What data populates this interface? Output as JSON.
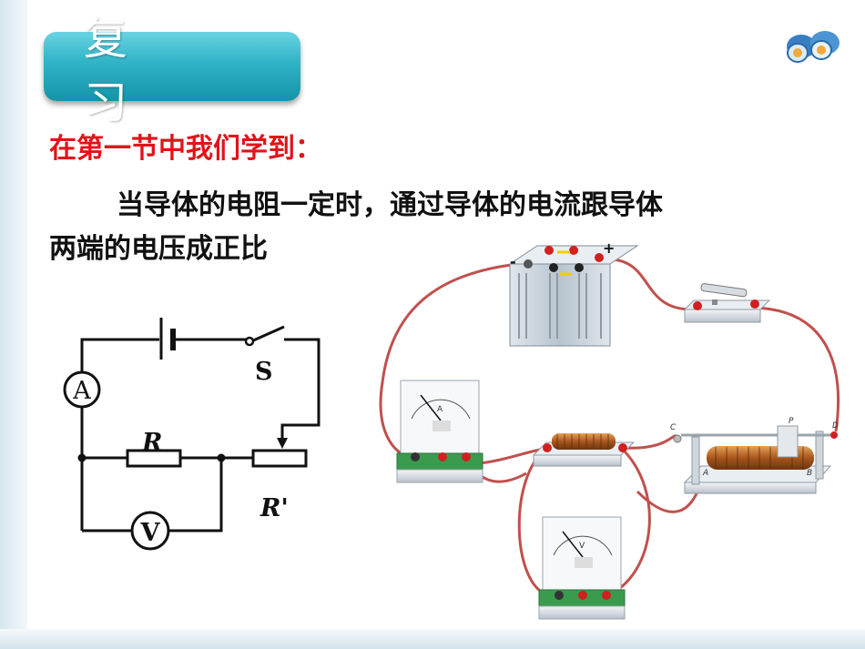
{
  "slide": {
    "title": "复 习",
    "subtitle": "在第一节中我们学到：",
    "paragraph_line1": "当导体的电阻一定时，通过导体的电流跟导体",
    "paragraph_line2": "两端的电压成正比"
  },
  "circuit": {
    "ammeter_label": "A",
    "voltmeter_label": "V",
    "switch_label": "S",
    "resistor_label": "R",
    "rheostat_label": "R'"
  },
  "apparatus": {
    "battery_minus": "-",
    "battery_plus": "+",
    "ammeter_dial_letter": "A",
    "voltmeter_dial_letter": "V",
    "rheostat_letters": [
      "C",
      "P",
      "D",
      "A",
      "B"
    ]
  },
  "colors": {
    "banner": "#2fb3c6",
    "subtitle": "#e0141a",
    "wire": "#c0504d"
  }
}
